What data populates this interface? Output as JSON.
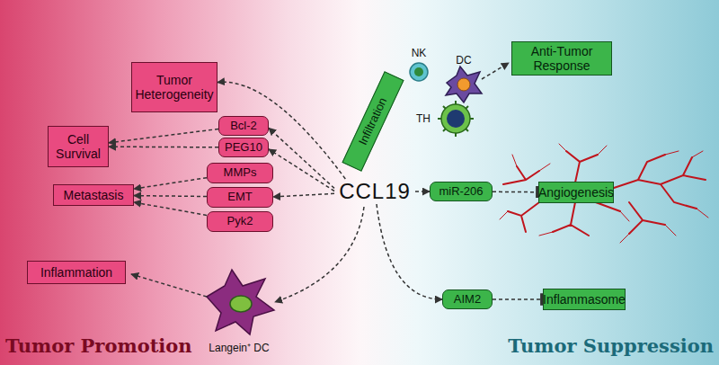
{
  "diagram": {
    "nodes": [
      {
        "text": [
          "Tumor Heterogeneity"
        ]
      },
      {
        "text": [
          "Cell Survival"
        ]
      },
      {
        "text": [
          "Bcl-2"
        ]
      },
      {
        "text": [
          "PEG10"
        ]
      },
      {
        "text": [
          "Metastasis"
        ]
      },
      {
        "text": [
          "MMPs"
        ]
      },
      {
        "text": [
          "EMT"
        ]
      },
      {
        "text": [
          "Pyk2"
        ]
      },
      {
        "text": [
          "Inflammation"
        ]
      },
      {
        "text": [
          "CCL19"
        ]
      },
      {
        "text": [
          "Infiltration"
        ]
      },
      {
        "text": [
          "Anti-Tumor Response"
        ]
      },
      {
        "text": [
          "miR-206"
        ]
      },
      {
        "text": [
          "Angiogenesis"
        ]
      },
      {
        "text": [
          "AIM2"
        ]
      },
      {
        "text": [
          "Inflammasome"
        ]
      }
    ],
    "edges": [
      {
        "from": 9,
        "to": 0,
        "arrow": "to"
      },
      {
        "from": 9,
        "to": 2,
        "arrow": "to"
      },
      {
        "from": 9,
        "to": 3,
        "arrow": "to"
      },
      {
        "from": 2,
        "to": 1,
        "arrow": "to"
      },
      {
        "from": 3,
        "to": 1,
        "arrow": "to"
      },
      {
        "from": 9,
        "to": 6,
        "arrow": "to"
      },
      {
        "from": 5,
        "to": 4,
        "arrow": "to"
      },
      {
        "from": 6,
        "to": 4,
        "arrow": "to"
      },
      {
        "from": 7,
        "to": 4,
        "arrow": "to"
      },
      {
        "from": 9,
        "to": 12,
        "arrow": "to"
      },
      {
        "from": 12,
        "to": 13,
        "arrow": "to"
      },
      {
        "from": 9,
        "to": 14,
        "arrow": "to"
      },
      {
        "from": 14,
        "to": 15,
        "arrow": "to"
      }
    ],
    "labels": [
      "NK",
      "DC",
      "TH",
      "Langein⁺ DC",
      "Tumor Promotion",
      "Tumor Suppression"
    ]
  }
}
